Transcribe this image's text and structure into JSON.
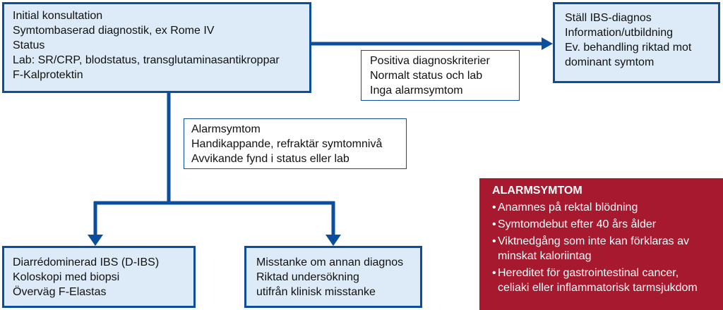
{
  "initial_box": {
    "lines": [
      "Initial konsultation",
      "Symtombaserad diagnostik, ex Rome IV",
      "Status",
      "Lab: SR/CRP, blodstatus, transglutaminasantikroppar",
      "F-Kalprotektin"
    ]
  },
  "ibs_box": {
    "lines": [
      "Ställ IBS-diagnos",
      "Information/utbildning",
      "Ev. behandling riktad mot",
      "dominant symtom"
    ]
  },
  "positive_box": {
    "lines": [
      "Positiva diagnoskriterier",
      "Normalt status och lab",
      "Inga alarmsymtom"
    ]
  },
  "alarm_box": {
    "lines": [
      "Alarmsymtom",
      "Handikappande, refraktär symtomnivå",
      "Avvikande fynd i status eller lab"
    ]
  },
  "dibs_box": {
    "lines": [
      "Diarrédominerad IBS (D-IBS)",
      "Koloskopi med biopsi",
      "Överväg F-Elastas"
    ]
  },
  "other_box": {
    "lines": [
      "Misstanke om annan diagnos",
      "Riktad undersökning",
      "utifrån klinisk misstanke"
    ]
  },
  "alarm_panel": {
    "title": "ALARMSYMTOM",
    "bullet": "•",
    "items": [
      {
        "line1": "Anamnes på rektal blödning",
        "line2": ""
      },
      {
        "line1": "Symtomdebut efter 40 års ålder",
        "line2": ""
      },
      {
        "line1": "Viktnedgång som inte kan förklaras av",
        "line2": "minskat kaloriintag"
      },
      {
        "line1": "Hereditet för gastrointestinal cancer,",
        "line2": "celiaki eller inflammatorisk tarmsjukdom"
      }
    ]
  },
  "colors": {
    "arrow": "#0b4f9c",
    "box_fill": "#dcebf7",
    "alarm_panel": "#a6192e"
  }
}
